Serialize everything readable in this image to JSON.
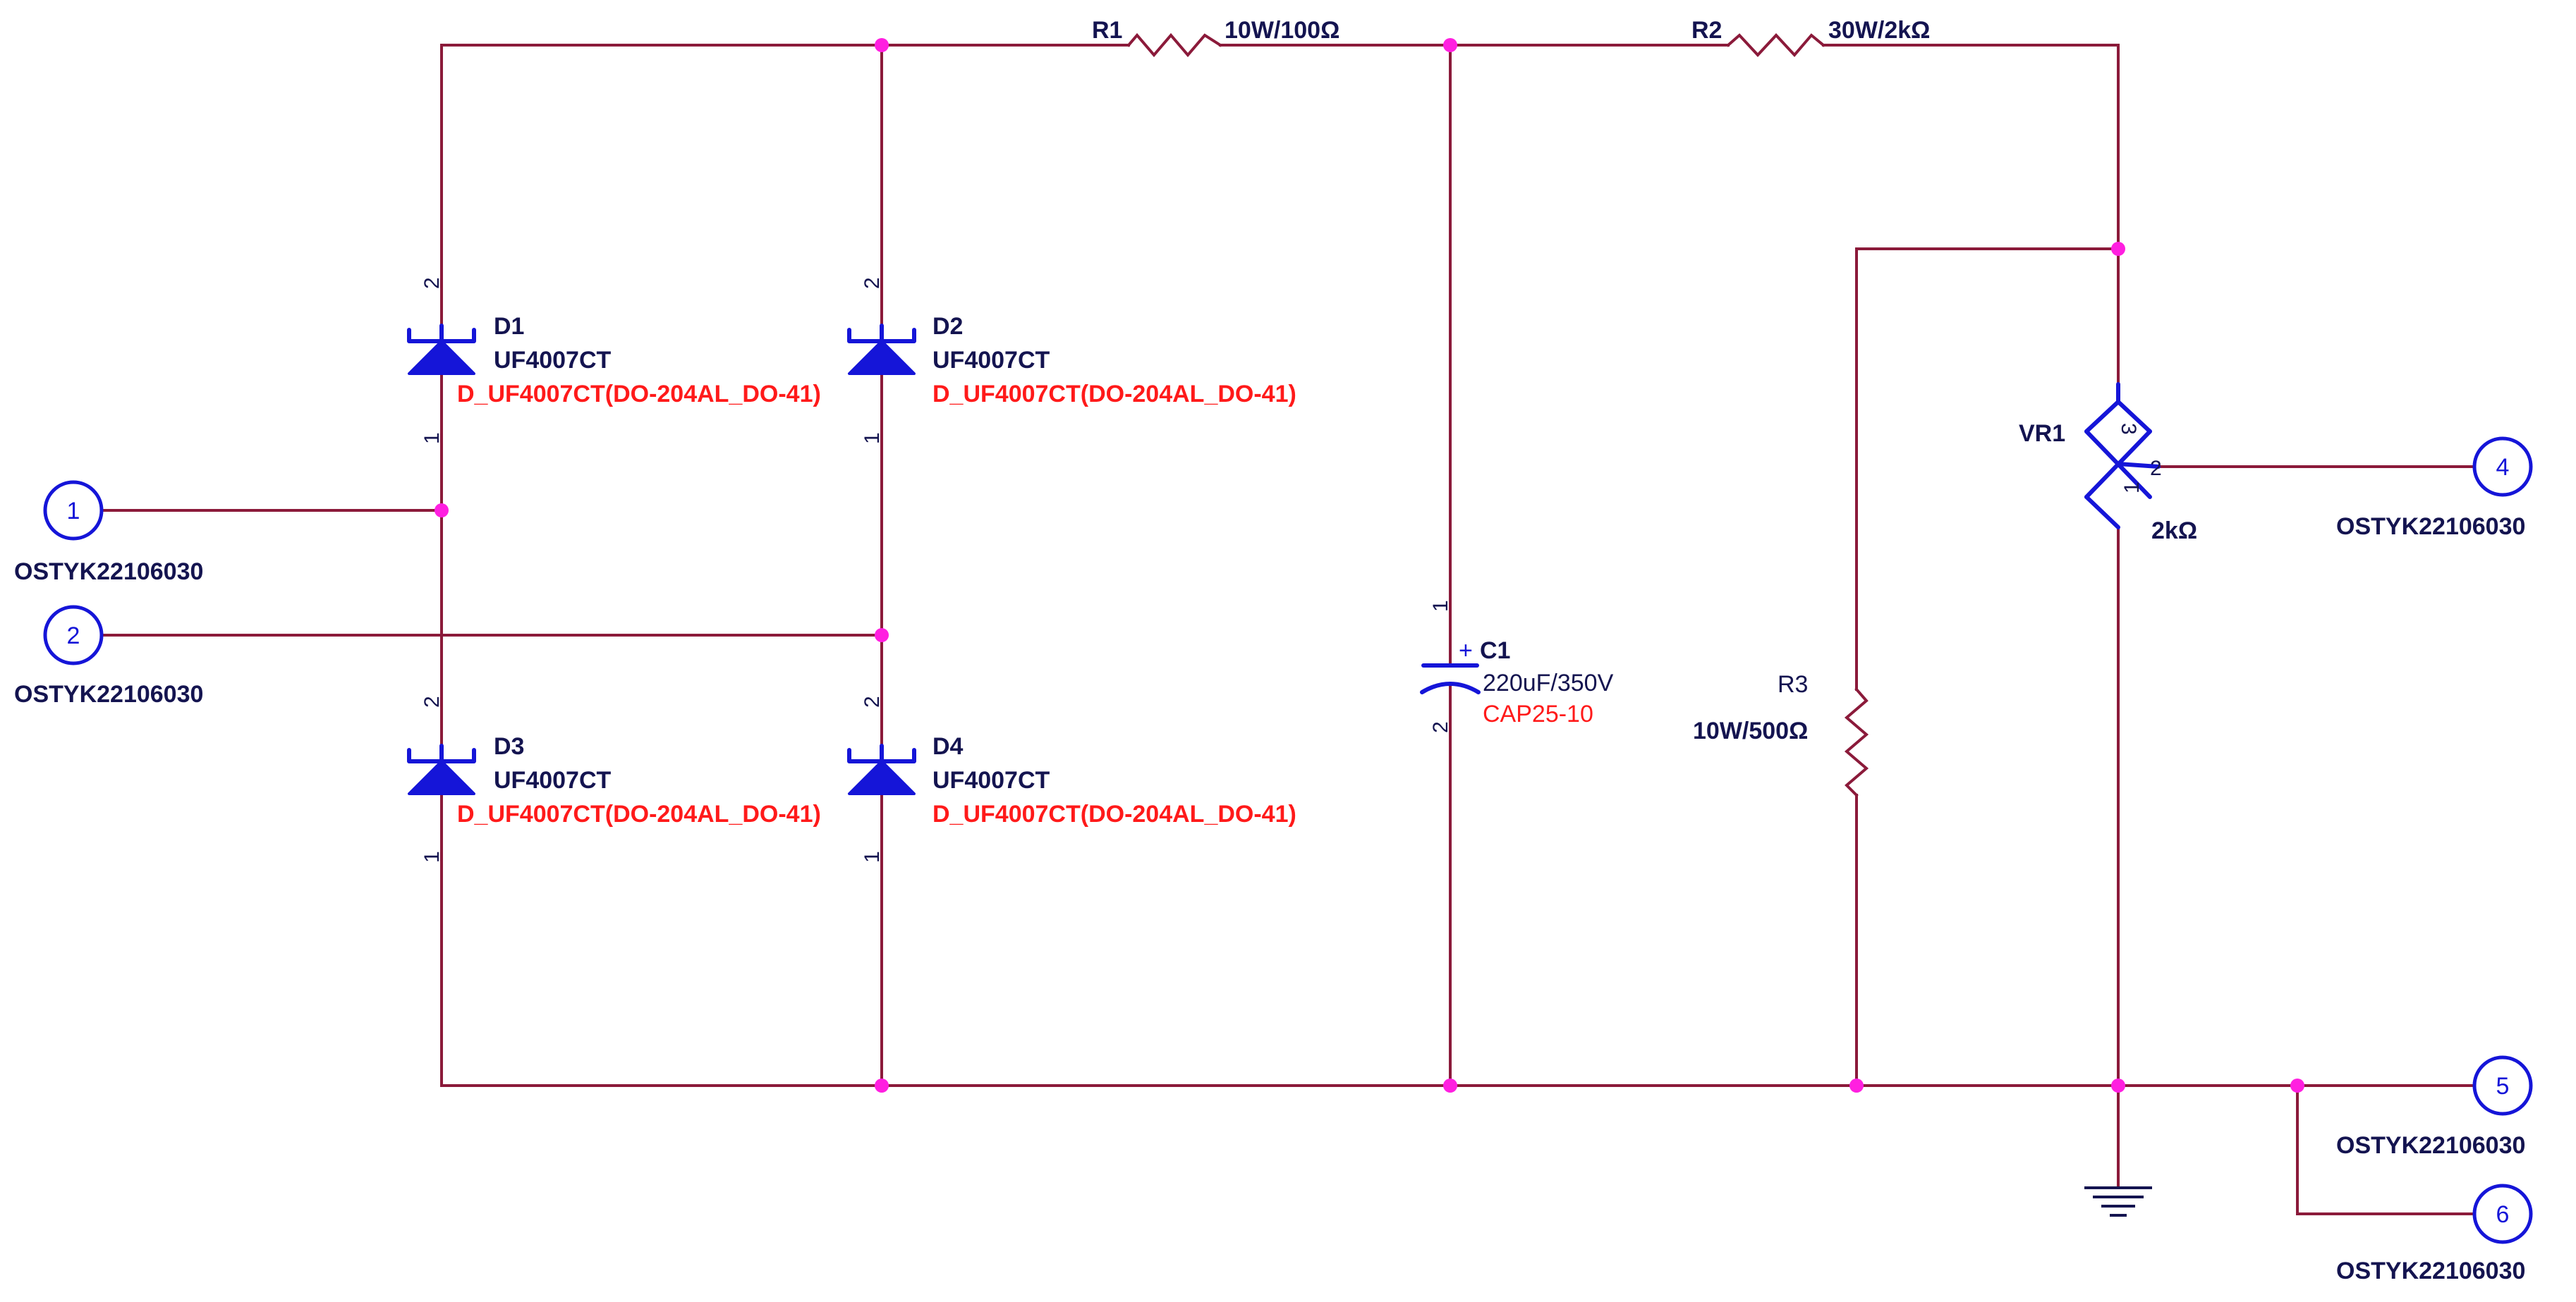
{
  "diagram": {
    "components": {
      "D1": {
        "ref": "D1",
        "part": "UF4007CT",
        "footprint": "D_UF4007CT(DO-204AL_DO-41)",
        "pin_top": "2",
        "pin_bottom": "1"
      },
      "D2": {
        "ref": "D2",
        "part": "UF4007CT",
        "footprint": "D_UF4007CT(DO-204AL_DO-41)",
        "pin_top": "2",
        "pin_bottom": "1"
      },
      "D3": {
        "ref": "D3",
        "part": "UF4007CT",
        "footprint": "D_UF4007CT(DO-204AL_DO-41)",
        "pin_top": "2",
        "pin_bottom": "1"
      },
      "D4": {
        "ref": "D4",
        "part": "UF4007CT",
        "footprint": "D_UF4007CT(DO-204AL_DO-41)",
        "pin_top": "2",
        "pin_bottom": "1"
      },
      "R1": {
        "ref": "R1",
        "value": "10W/100Ω"
      },
      "R2": {
        "ref": "R2",
        "value": "30W/2kΩ"
      },
      "R3": {
        "ref": "R3",
        "value": "10W/500Ω"
      },
      "C1": {
        "ref": "C1",
        "value": "220uF/350V",
        "footprint": "CAP25-10",
        "plus": "+",
        "pin_top": "1",
        "pin_bottom": "2"
      },
      "VR1": {
        "ref": "VR1",
        "value": "2kΩ",
        "pin3": "3",
        "pin2": "2",
        "pin1": "1"
      }
    },
    "connectors": [
      {
        "num": "1",
        "label": "OSTYK22106030"
      },
      {
        "num": "2",
        "label": "OSTYK22106030"
      },
      {
        "num": "4",
        "label": "OSTYK22106030"
      },
      {
        "num": "5",
        "label": "OSTYK22106030"
      },
      {
        "num": "6",
        "label": "OSTYK22106030"
      }
    ],
    "colors": {
      "wire": "#8b1a3a",
      "component": "#1515d8",
      "junction": "#ff1fe0",
      "reference_text": "#141450",
      "footprint_text": "#ff1a1a"
    }
  }
}
